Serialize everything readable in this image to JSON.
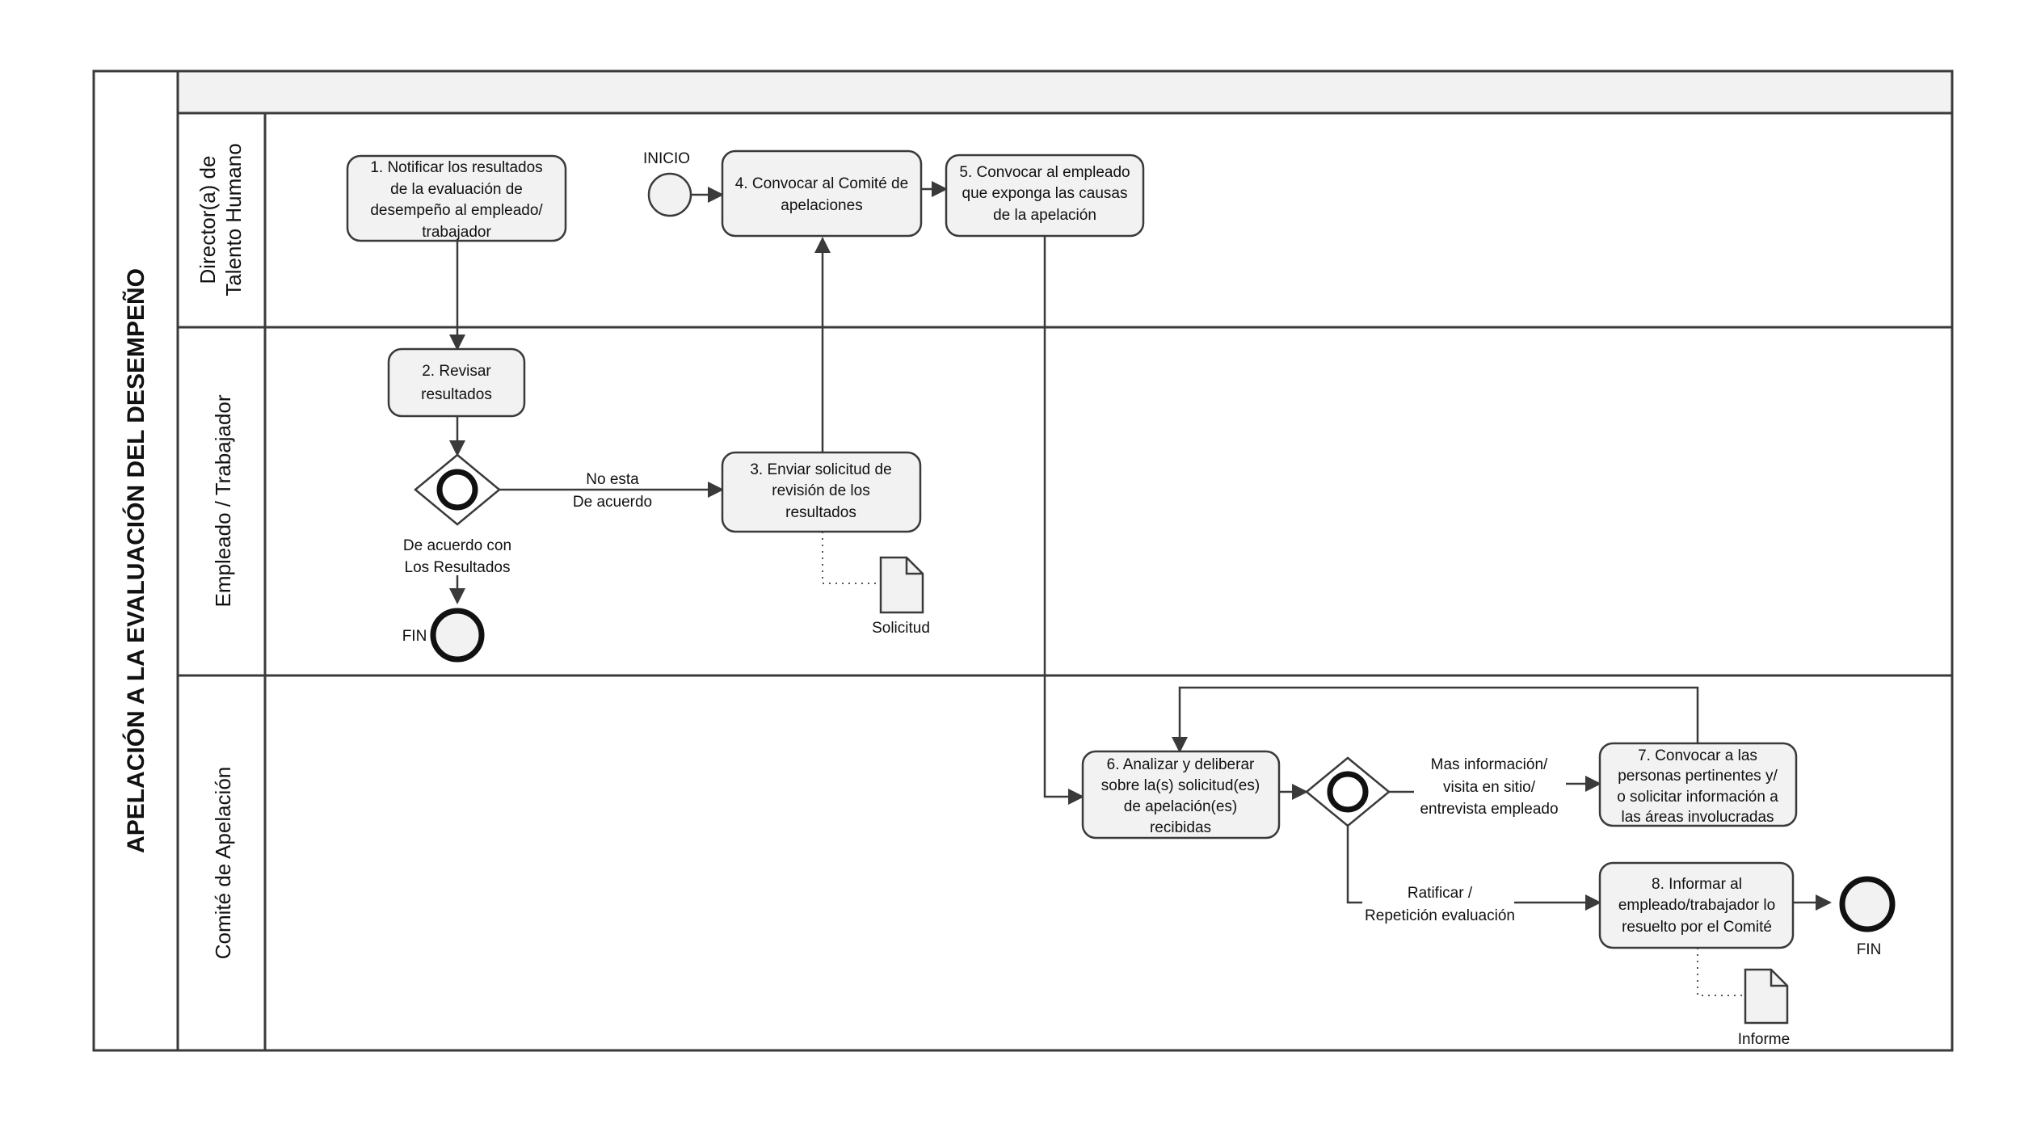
{
  "pool": {
    "title": "APELACIÓN A LA EVALUACIÓN DEL DESEMPEÑO",
    "lanes": [
      {
        "id": "director",
        "label_lines": [
          "Director(a) de",
          "Talento Humano"
        ]
      },
      {
        "id": "empleado",
        "label_lines": [
          "Empleado / Trabajador"
        ]
      },
      {
        "id": "comite",
        "label_lines": [
          "Comité de Apelación"
        ]
      }
    ]
  },
  "tasks": [
    {
      "id": "t1",
      "lines": [
        "1. Notificar los resultados",
        "de la evaluación de",
        "desempeño al empleado/",
        "trabajador"
      ]
    },
    {
      "id": "t2",
      "lines": [
        "2. Revisar",
        "resultados"
      ]
    },
    {
      "id": "t3",
      "lines": [
        "3. Enviar solicitud de",
        "revisión de los",
        "resultados"
      ]
    },
    {
      "id": "t4",
      "lines": [
        "4. Convocar al Comité de",
        "apelaciones"
      ]
    },
    {
      "id": "t5",
      "lines": [
        "5. Convocar al empleado",
        "que exponga las causas",
        "de la apelación"
      ]
    },
    {
      "id": "t6",
      "lines": [
        "6. Analizar y deliberar",
        "sobre la(s) solicitud(es)",
        "de apelación(es)",
        "recibidas"
      ]
    },
    {
      "id": "t7",
      "lines": [
        "7. Convocar a las",
        "personas pertinentes y/",
        "o solicitar información a",
        "las áreas involucradas"
      ]
    },
    {
      "id": "t8",
      "lines": [
        "8. Informar al",
        "empleado/trabajador lo",
        "resuelto por el Comité"
      ]
    }
  ],
  "events": {
    "start": "INICIO",
    "end_employee": "FIN",
    "end_committee": "FIN"
  },
  "labels": {
    "no_agree": [
      "No esta",
      "De acuerdo"
    ],
    "agree": [
      "De acuerdo con",
      "Los Resultados"
    ],
    "more_info": [
      "Mas información/",
      "visita en sitio/",
      "entrevista empleado"
    ],
    "ratify": [
      "Ratificar /",
      "Repetición evaluación"
    ]
  },
  "documents": {
    "solicitud": "Solicitud",
    "informe": "Informe"
  },
  "colors": {
    "task_fill": "#f2f2f2",
    "header_fill": "#f2f2f2",
    "stroke": "#3a3a3a"
  }
}
